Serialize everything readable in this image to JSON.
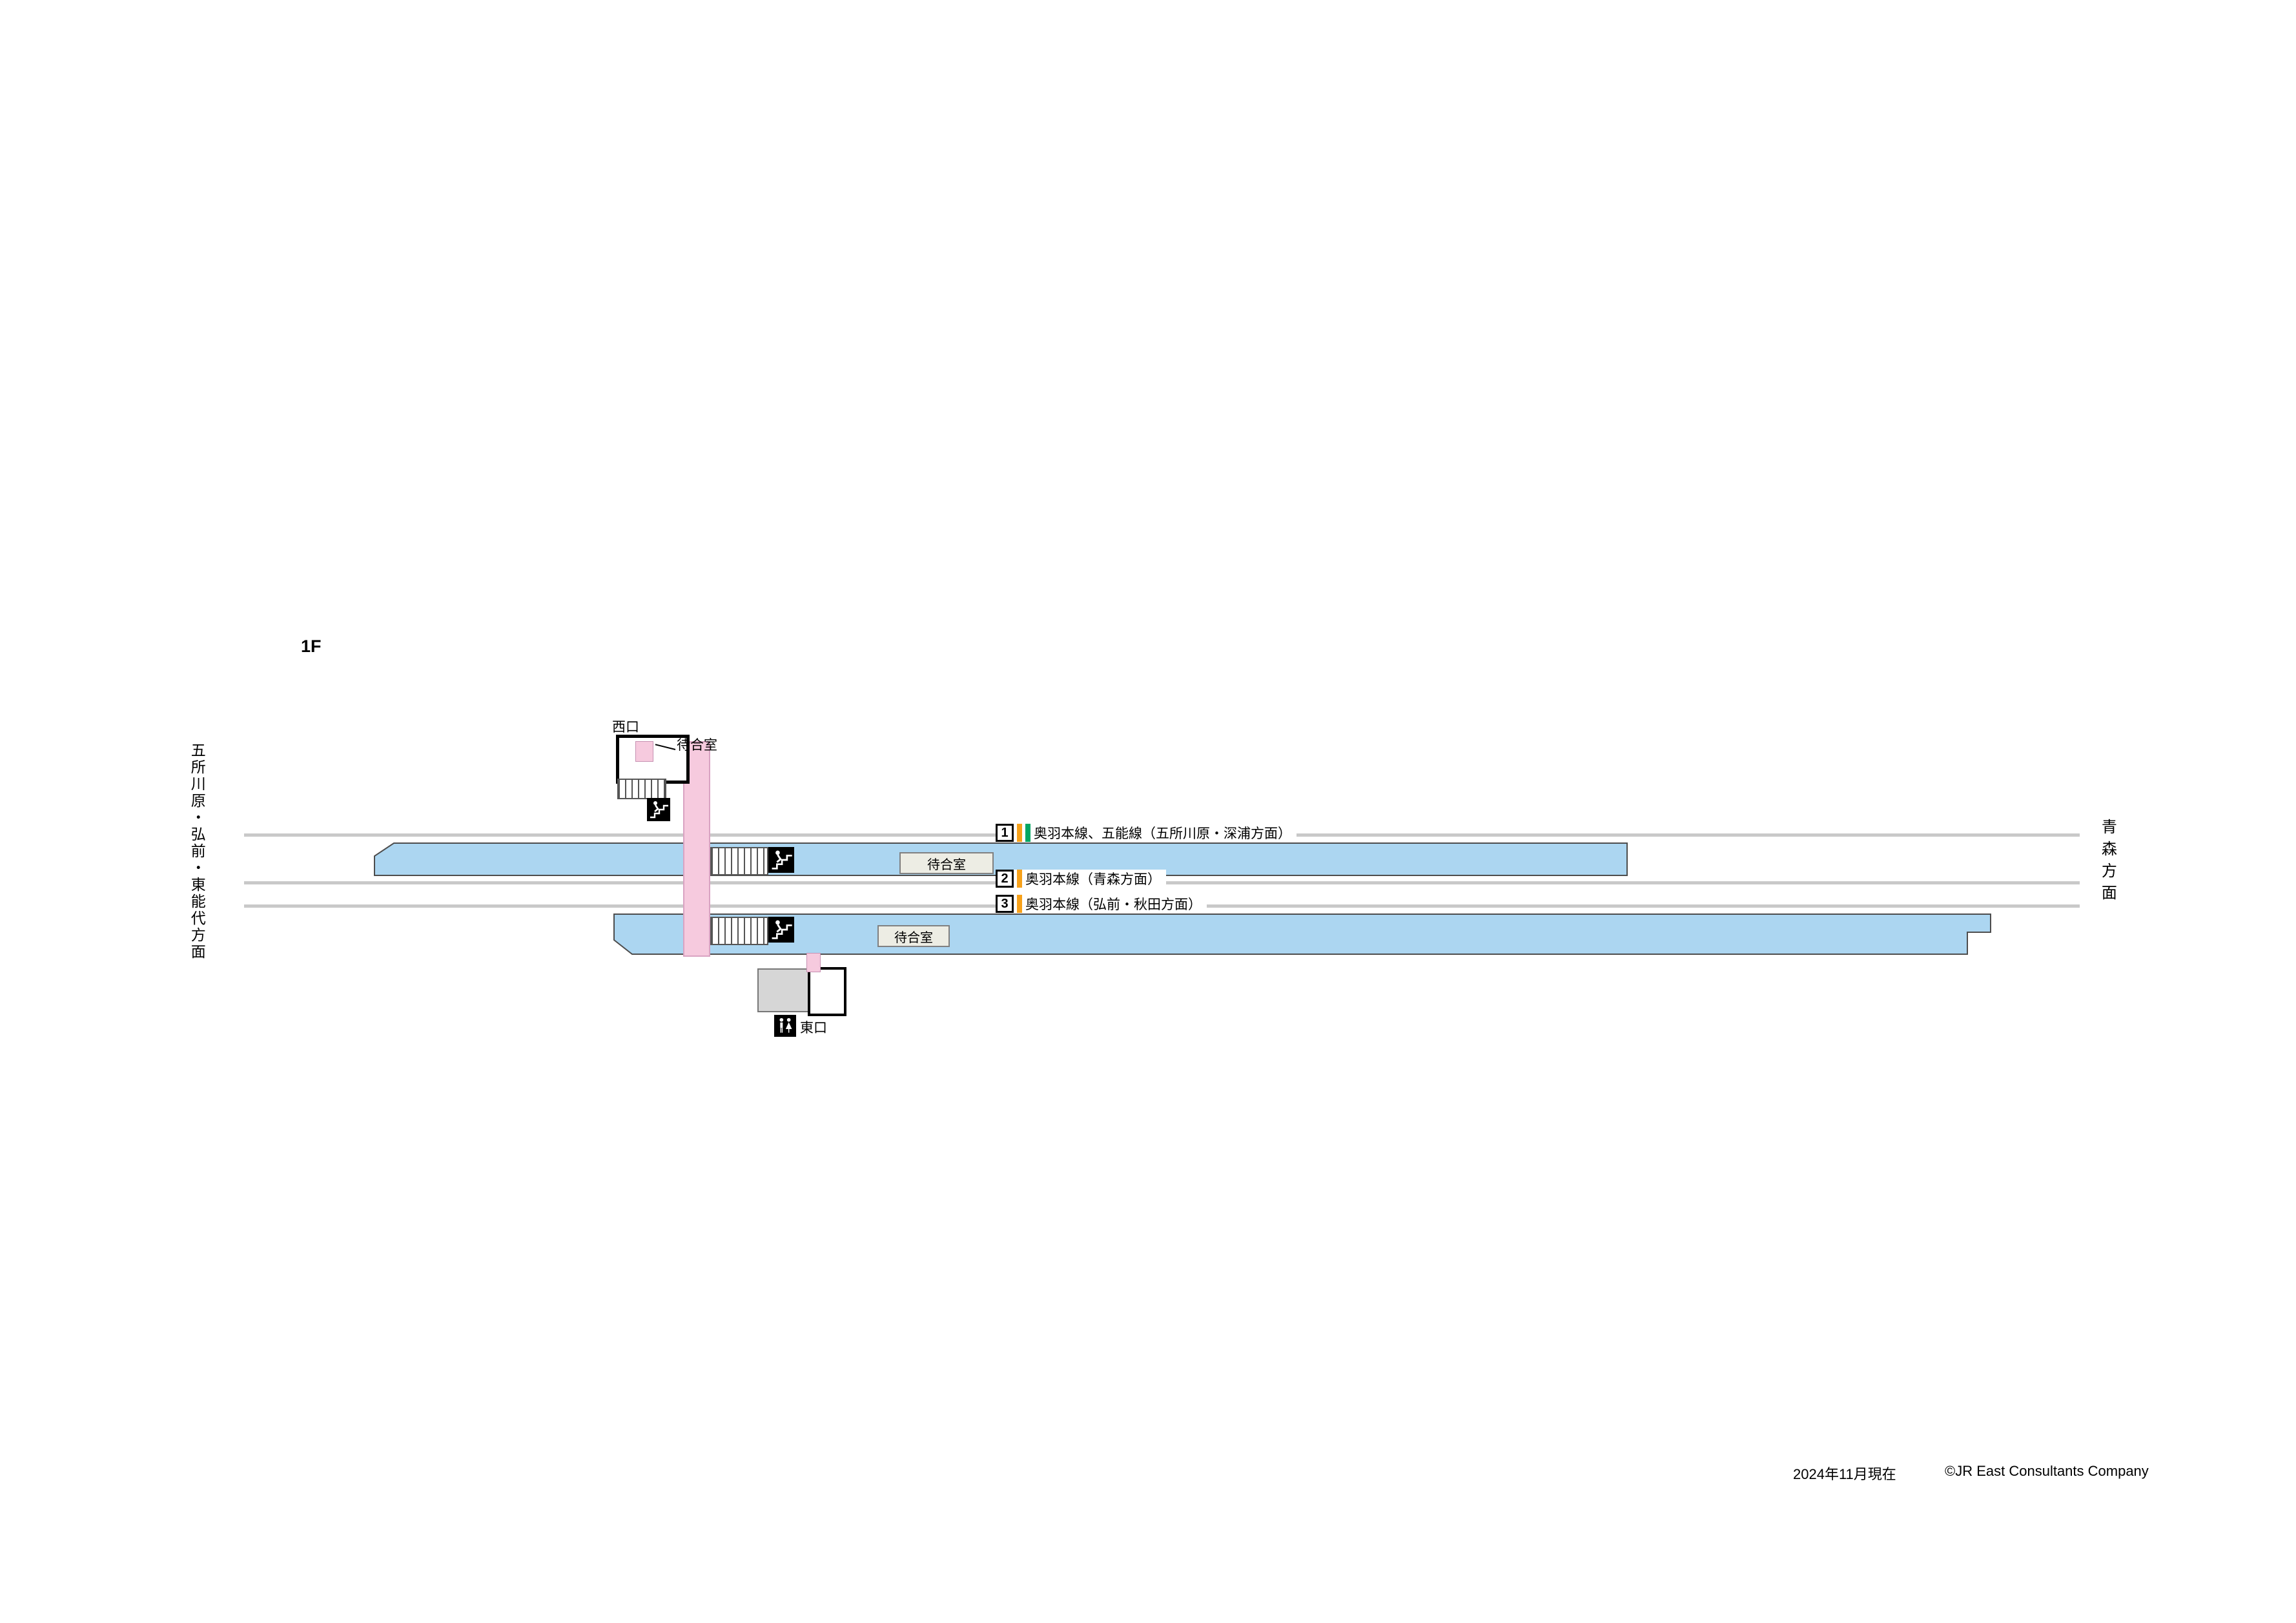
{
  "floor": {
    "label": "1F"
  },
  "directions": {
    "left": "五所川原・弘前・東能代方面",
    "right": "青森方面"
  },
  "exits": {
    "west": "西口",
    "east": "東口"
  },
  "waiting_rooms": {
    "west": "待合室",
    "platform1": "待合室",
    "platform23": "待合室"
  },
  "platforms": [
    {
      "number": "1",
      "label": "奥羽本線、五能線（五所川原・深浦方面）",
      "line_colors": [
        "#F7A11A",
        "#00A663"
      ]
    },
    {
      "number": "2",
      "label": "奥羽本線（青森方面）",
      "line_colors": [
        "#F7A11A"
      ]
    },
    {
      "number": "3",
      "label": "奥羽本線（弘前・秋田方面）",
      "line_colors": [
        "#F7A11A"
      ]
    }
  ],
  "footer": {
    "date": "2024年11月現在",
    "copyright": "©JR East Consultants Company"
  },
  "colors": {
    "platform_fill": "#ACD6F1",
    "corridor_fill": "#F6CADE",
    "track_line": "#C9C9C9"
  },
  "icons": {
    "slope": "person-on-slope-pictogram",
    "toilet": "restroom-pictogram"
  }
}
